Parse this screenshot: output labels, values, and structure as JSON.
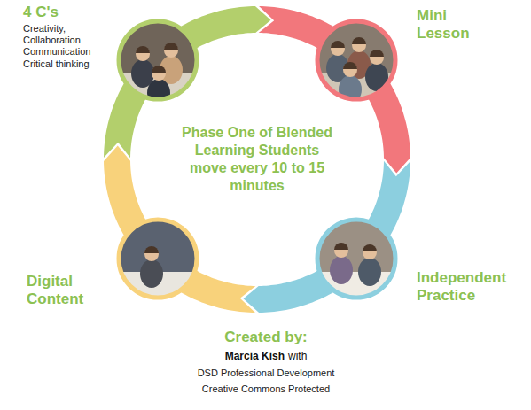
{
  "diagram": {
    "nodes": [
      {
        "text": [
          "4 C's",
          "Creativity, Collaboration Communication Critical thinking"
        ]
      },
      {
        "text": [
          "Mini Lesson"
        ]
      },
      {
        "text": [
          "Digital Content"
        ]
      },
      {
        "text": [
          "Independent Practice"
        ]
      }
    ],
    "edges": [
      {
        "from": 0,
        "to": 1,
        "arrow": "to"
      },
      {
        "from": 1,
        "to": 3,
        "arrow": "to"
      },
      {
        "from": 3,
        "to": 2,
        "arrow": "to"
      },
      {
        "from": 2,
        "to": 0,
        "arrow": "to"
      }
    ],
    "labels": [
      "Phase One of Blended Learning Students move every 10 to 15 minutes",
      "Created by:",
      "Marcia Kish",
      "with",
      "DSD Professional Development",
      "Creative Commons Protected"
    ]
  }
}
